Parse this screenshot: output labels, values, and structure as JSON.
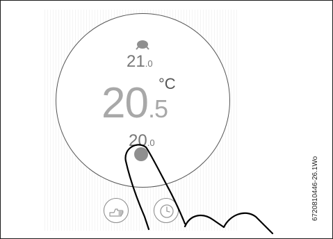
{
  "thermostat": {
    "setpoint_upper": {
      "whole": "21",
      "decimal": ".0"
    },
    "current": {
      "whole": "20",
      "decimal": ".5"
    },
    "unit": "°C",
    "setpoint_lower": {
      "whole": "20",
      "decimal": ".0"
    }
  },
  "buttons": {
    "manual_icon": "hand-icon",
    "auto_icon": "clock-icon"
  },
  "figure_code": "6720810446-26.1Wo"
}
